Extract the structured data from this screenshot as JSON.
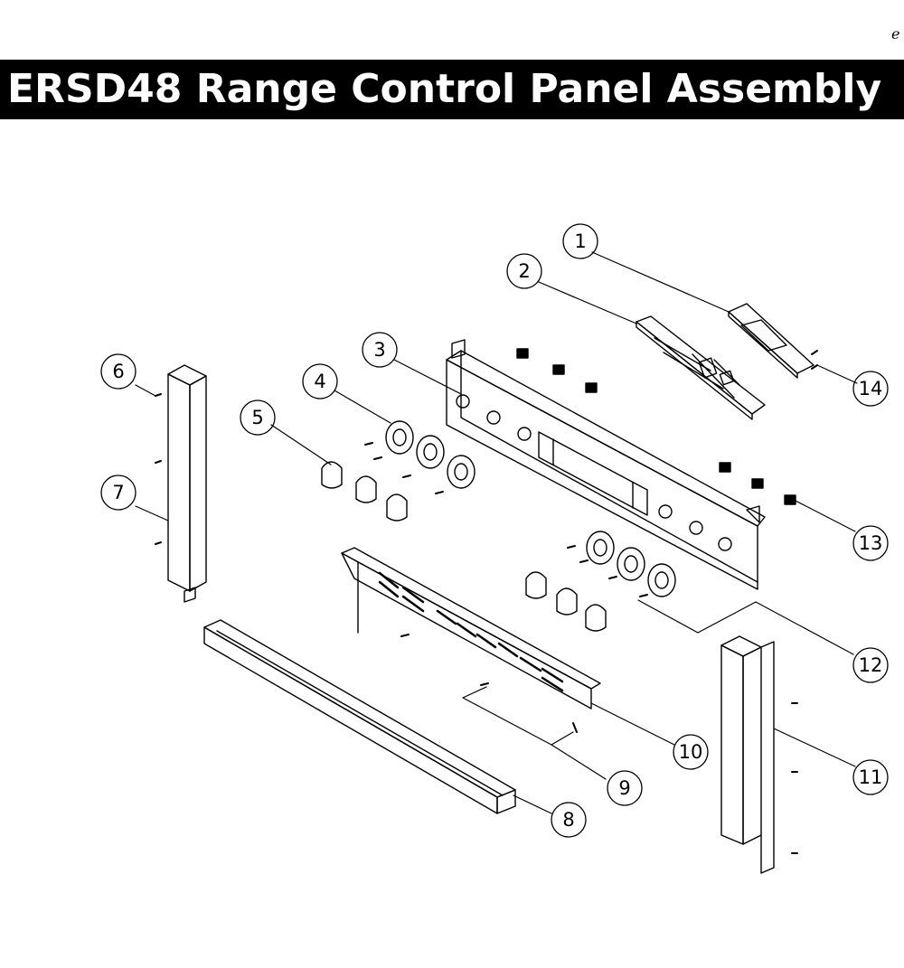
{
  "title": "ERSD48 Range Control Panel Assembly",
  "page_mark": "e",
  "callouts": [
    "1",
    "2",
    "3",
    "4",
    "5",
    "6",
    "7",
    "8",
    "9",
    "10",
    "11",
    "12",
    "13",
    "14"
  ]
}
